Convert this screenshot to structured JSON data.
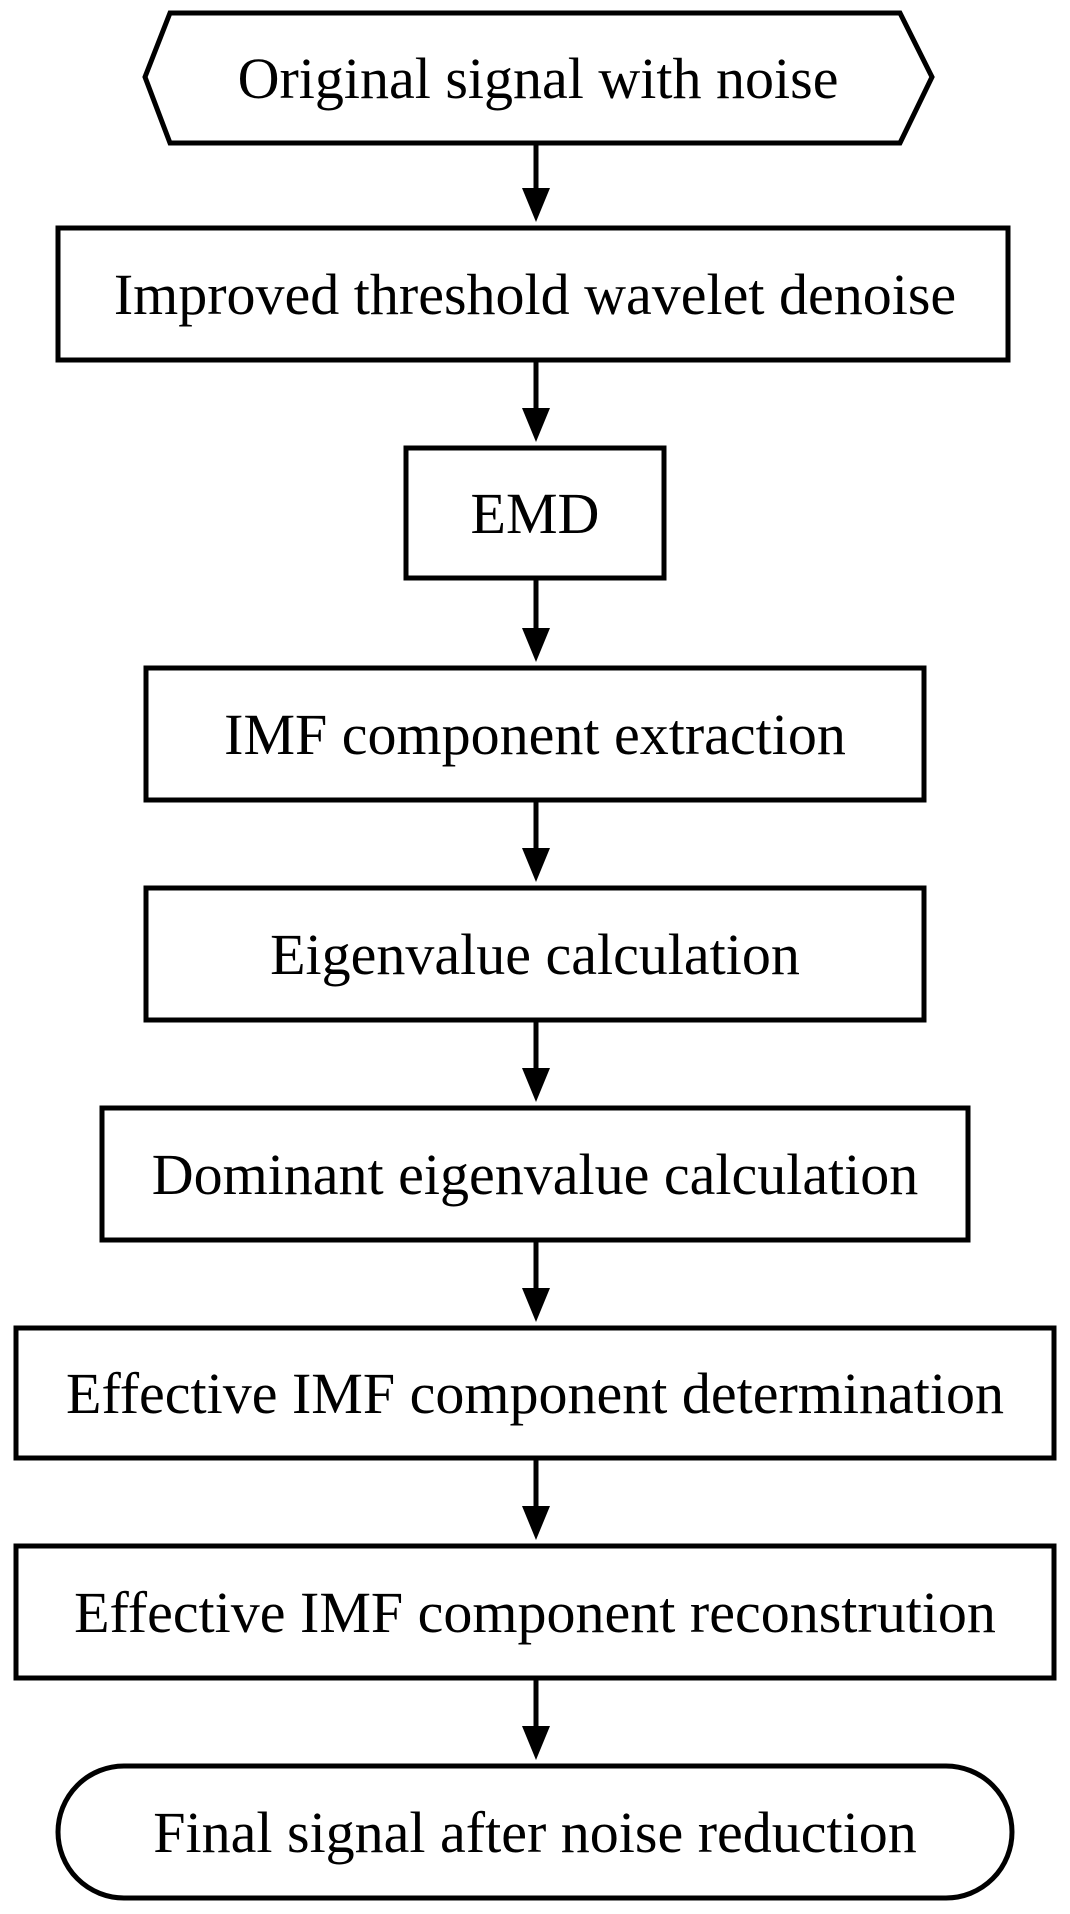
{
  "flowchart": {
    "steps": [
      {
        "label": "Original signal with noise",
        "shape": "hexagon"
      },
      {
        "label": "Improved threshold wavelet denoise",
        "shape": "rectangle"
      },
      {
        "label": "EMD",
        "shape": "rectangle"
      },
      {
        "label": "IMF component extraction",
        "shape": "rectangle"
      },
      {
        "label": "Eigenvalue calculation",
        "shape": "rectangle"
      },
      {
        "label": "Dominant eigenvalue calculation",
        "shape": "rectangle"
      },
      {
        "label": "Effective IMF component determination",
        "shape": "rectangle"
      },
      {
        "label": "Effective IMF component reconstrution",
        "shape": "rectangle"
      },
      {
        "label": "Final signal after noise reduction",
        "shape": "terminator"
      }
    ]
  }
}
